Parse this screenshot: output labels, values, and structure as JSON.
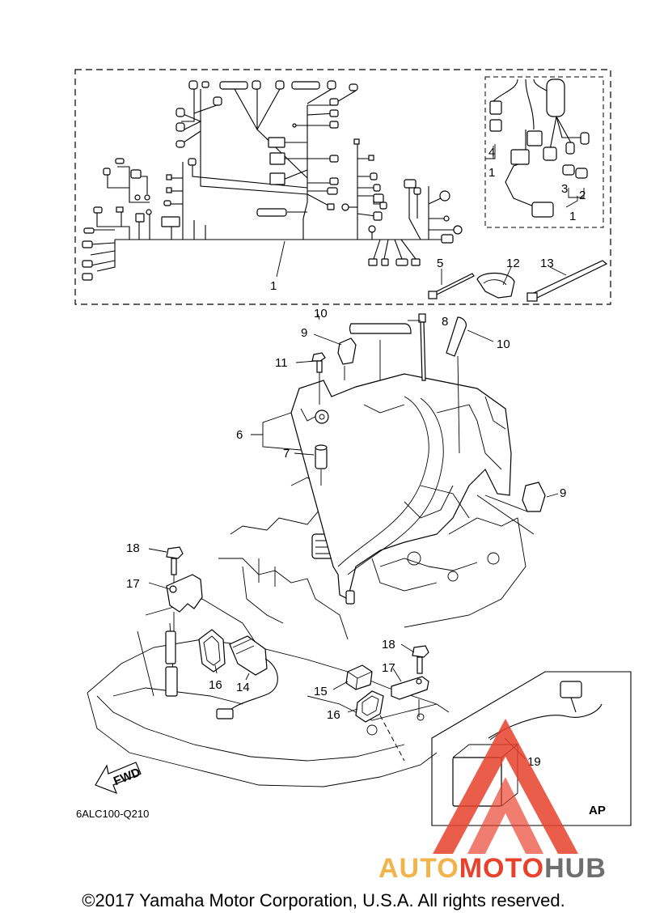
{
  "callouts": [
    {
      "n": "1",
      "key": "harness-main"
    },
    {
      "n": "1",
      "key": "harness-sub-a"
    },
    {
      "n": "1",
      "key": "harness-sub-b"
    },
    {
      "n": "2",
      "key": "cap-2"
    },
    {
      "n": "3",
      "key": "cap-3"
    },
    {
      "n": "4",
      "key": "cap-4"
    },
    {
      "n": "5",
      "key": "band-5"
    },
    {
      "n": "6",
      "key": "plate-6"
    },
    {
      "n": "7",
      "key": "collar-7"
    },
    {
      "n": "8",
      "key": "band-8"
    },
    {
      "n": "9",
      "key": "clamp-9a"
    },
    {
      "n": "9",
      "key": "clamp-9b"
    },
    {
      "n": "10",
      "key": "seal-10a"
    },
    {
      "n": "10",
      "key": "seal-10b"
    },
    {
      "n": "11",
      "key": "bolt-11"
    },
    {
      "n": "12",
      "key": "holder-12"
    },
    {
      "n": "13",
      "key": "band-13"
    },
    {
      "n": "14",
      "key": "harness-14"
    },
    {
      "n": "15",
      "key": "cap-15"
    },
    {
      "n": "16",
      "key": "grommet-16a"
    },
    {
      "n": "16",
      "key": "grommet-16b"
    },
    {
      "n": "17",
      "key": "holder-17a"
    },
    {
      "n": "17",
      "key": "holder-17b"
    },
    {
      "n": "18",
      "key": "bolt-18a"
    },
    {
      "n": "18",
      "key": "bolt-18b"
    },
    {
      "n": "19",
      "key": "lead-19"
    }
  ],
  "fwd_label": "FWD",
  "drawing_code": "6ALC100-Q210",
  "inset_label": "AP",
  "copyright": "©2017 Yamaha Motor Corporation, U.S.A. All rights reserved.",
  "watermark": {
    "part1": "AUTO",
    "part2": "MOTO",
    "part3": "HUB",
    "color_red": "#e8412c",
    "color_orange": "#f2b44a",
    "color_gray": "#6e6e6e"
  }
}
